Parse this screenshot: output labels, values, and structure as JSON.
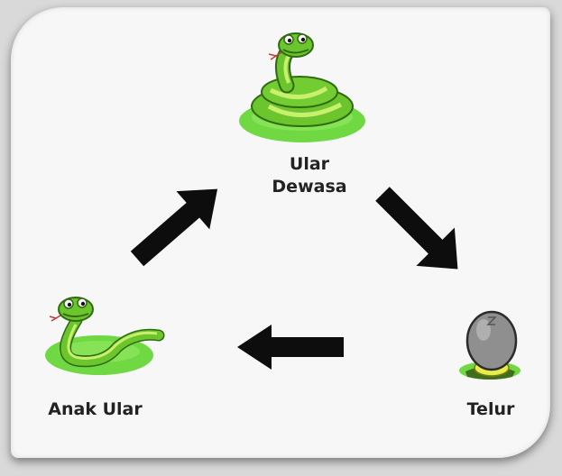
{
  "diagram": {
    "stages": [
      {
        "label_line1": "Ular",
        "label_line2": "Dewasa",
        "icon": "adult-snake"
      },
      {
        "label": "Telur",
        "icon": "egg"
      },
      {
        "label": "Anak Ular",
        "icon": "baby-snake"
      }
    ],
    "colors": {
      "snake_green": "#6cc52d",
      "snake_light": "#c8ef6e",
      "grass": "#6fd843",
      "egg": "#8f8f8f",
      "arrow": "#0d0d0d"
    }
  }
}
